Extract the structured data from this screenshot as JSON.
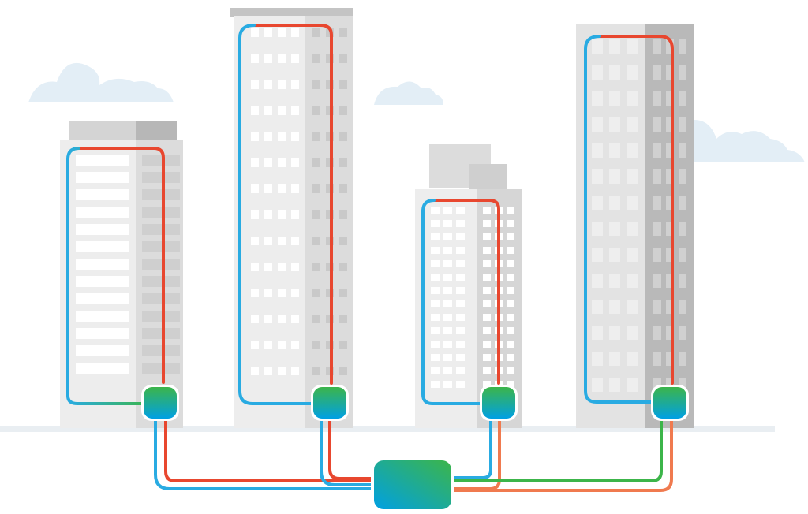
{
  "palette": {
    "supply": "#e8472f",
    "return": "#29abe2",
    "green": "#3cb54a",
    "cloud": "#e3eef6",
    "ground": "#e9eef2",
    "building_light": "#ededed",
    "building_mid": "#dcdcdc",
    "building_dark": "#b9b9b9",
    "window_light": "#ffffff",
    "window_dark": "#c9c9c9",
    "roof": "#c4c4c4"
  },
  "diagram": {
    "buildings": [
      {
        "name": "building-1",
        "has_substation": true
      },
      {
        "name": "building-2",
        "has_substation": true
      },
      {
        "name": "building-3",
        "has_substation": true
      },
      {
        "name": "building-4",
        "has_substation": true
      }
    ],
    "central_unit": {
      "name": "central-plant"
    },
    "icons": {
      "substation": "substation-box-icon",
      "central": "central-plant-icon",
      "cloud": "cloud-icon"
    }
  }
}
